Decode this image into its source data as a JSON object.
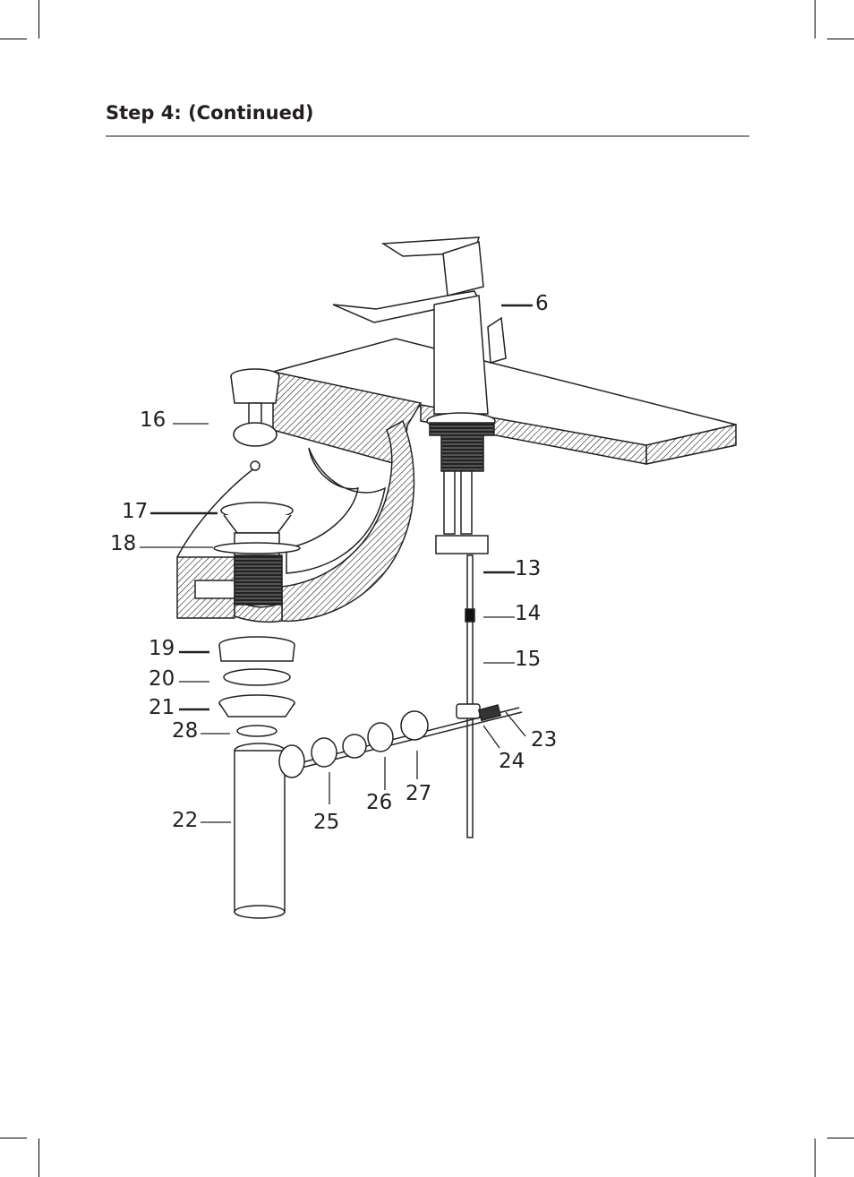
{
  "page": {
    "heading": "Step 4: (Continued)"
  },
  "diagram": {
    "callouts": [
      "6",
      "13",
      "14",
      "15",
      "16",
      "17",
      "18",
      "19",
      "20",
      "21",
      "22",
      "23",
      "24",
      "25",
      "26",
      "27",
      "28"
    ]
  }
}
